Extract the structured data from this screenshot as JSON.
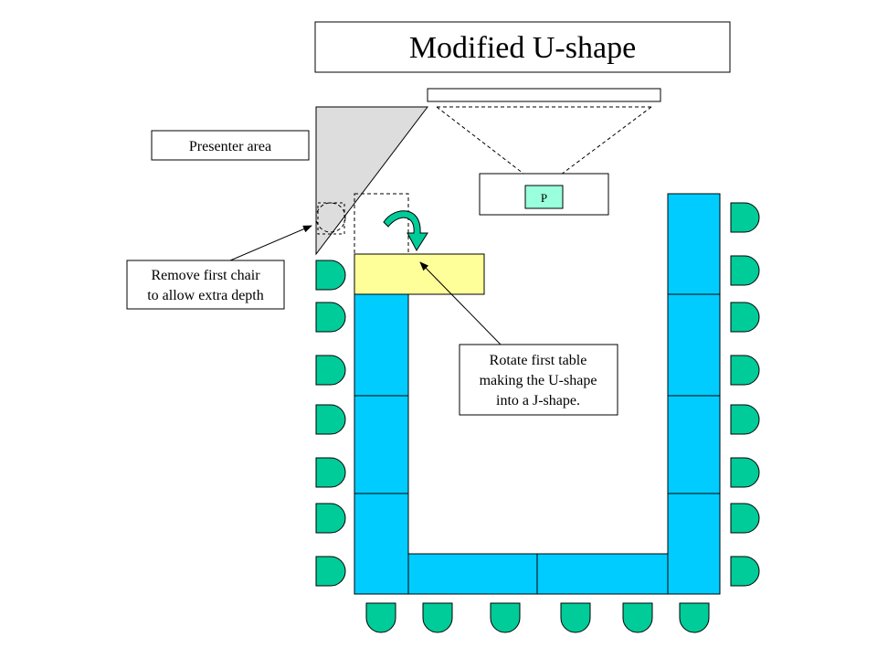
{
  "title": "Modified U-shape",
  "labels": {
    "presenter_area": "Presenter area",
    "projector": "P",
    "remove_chair_line1": "Remove first chair",
    "remove_chair_line2": "to allow extra depth",
    "rotate_line1": "Rotate first table",
    "rotate_line2": "making the U-shape",
    "rotate_line3": "into a J-shape."
  },
  "colors": {
    "table": "#00ccff",
    "rotated_table": "#ffff99",
    "chair": "#00cc99",
    "projector": "#99ffdd",
    "presenter_area": "#dddddd",
    "arrow": "#00cc99"
  }
}
